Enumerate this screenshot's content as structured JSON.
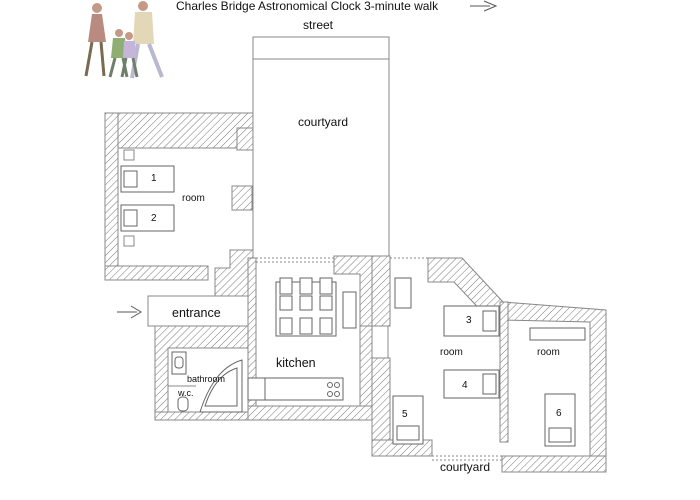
{
  "header": {
    "landmarks": "Charles Bridge Astronomical Clock 3-minute walk",
    "street": "street"
  },
  "labels": {
    "courtyard_top": "courtyard",
    "courtyard_bottom": "courtyard",
    "room_left": "room",
    "room_mid": "room",
    "room_right": "room",
    "entrance": "entrance",
    "kitchen": "kitchen",
    "bathroom": "bathroom",
    "wc": "w.c."
  },
  "beds": [
    "1",
    "2",
    "3",
    "4",
    "5",
    "6"
  ],
  "colors": {
    "wall": "#888888",
    "hatch": "#777777",
    "line": "#555555",
    "people": [
      "#b98a80",
      "#8fae72",
      "#c7b5d9",
      "#e2d8b8",
      "#6e7f6b"
    ]
  }
}
